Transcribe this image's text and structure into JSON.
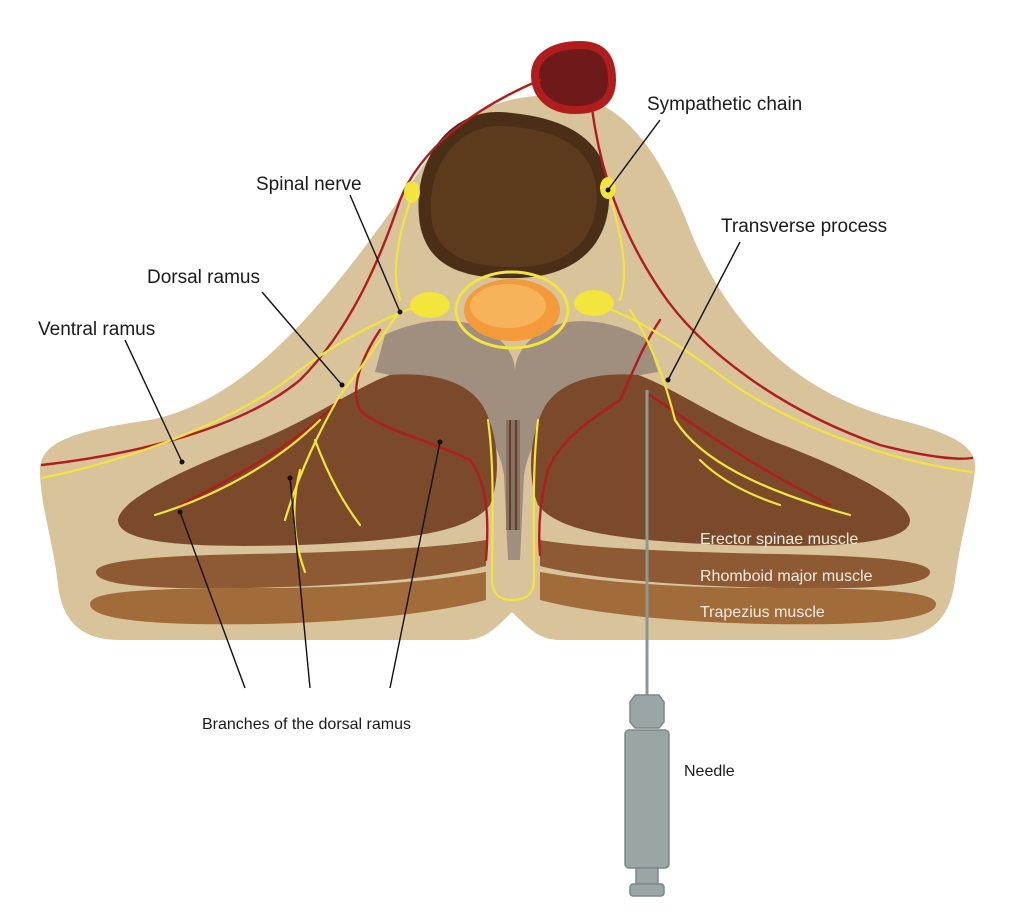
{
  "labels": {
    "sympathetic_chain": "Sympathetic chain",
    "spinal_nerve": "Spinal nerve",
    "transverse_process": "Transverse process",
    "dorsal_ramus": "Dorsal ramus",
    "ventral_ramus": "Ventral ramus",
    "erector_spinae": "Erector spinae muscle",
    "rhomboid_major": "Rhomboid major muscle",
    "trapezius": "Trapezius muscle",
    "branches_dorsal_ramus": "Branches of the dorsal ramus",
    "needle": "Needle"
  },
  "colors": {
    "tissue": "#d8c39a",
    "muscle_dark": "#7a4a2a",
    "muscle_mid": "#8e5a33",
    "muscle_light": "#a26b3a",
    "bone": "#a08e7e",
    "vertebral_body": "#5c3a1e",
    "spinal_cord": "#f39a3a",
    "nerve": "#f2e53c",
    "vessel": "#b11d1d",
    "aorta": "#6e1a1a",
    "needle": "#9aa6a6"
  }
}
